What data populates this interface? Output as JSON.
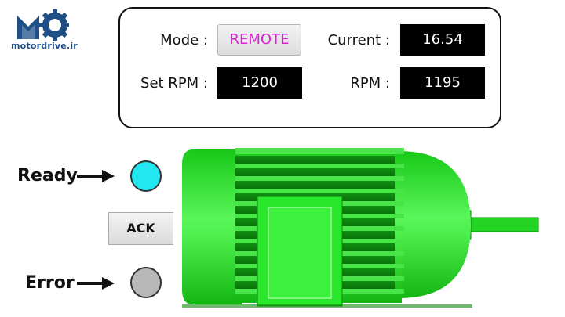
{
  "brand": {
    "site": "motordrive.ir",
    "logo_icon": "motordrive-logo"
  },
  "panel": {
    "mode_label": "Mode :",
    "mode_value": "REMOTE",
    "mode_color": "#e020d8",
    "current_label": "Current :",
    "current_value": "16.54",
    "set_rpm_label": "Set RPM :",
    "set_rpm_value": "1200",
    "rpm_label": "RPM :",
    "rpm_value": "1195"
  },
  "status": {
    "ready_label": "Ready",
    "ready_color": "#22e6f0",
    "ack_label": "ACK",
    "error_label": "Error",
    "error_color": "#b8b8b8"
  },
  "motor": {
    "body_color": "#1de01d",
    "dark_color": "#0d8a0d",
    "state": "running"
  }
}
